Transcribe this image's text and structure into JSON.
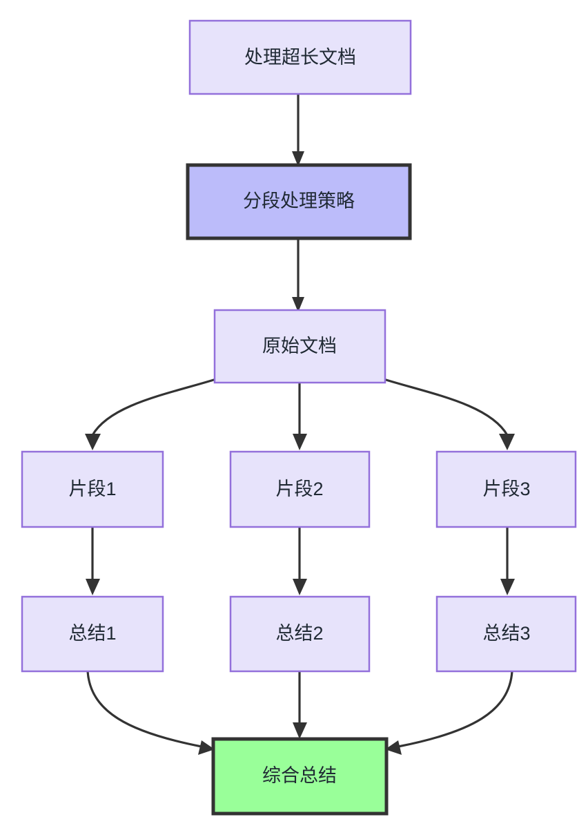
{
  "diagram": {
    "type": "flowchart",
    "direction": "top-down",
    "background": "#ffffff",
    "palette": {
      "node_fill_light": "#e7e3fb",
      "node_stroke_light": "#9370db",
      "node_fill_accent": "#bcbcfa",
      "node_stroke_accent": "#333333",
      "node_fill_result": "#99ff99",
      "node_stroke_result": "#333333",
      "edge_color": "#333333",
      "text_color": "#1f2933"
    },
    "nodes": [
      {
        "id": "n1",
        "label": "处理超长文档",
        "style": "light"
      },
      {
        "id": "n2",
        "label": "分段处理策略",
        "style": "accent"
      },
      {
        "id": "n3",
        "label": "原始文档",
        "style": "light"
      },
      {
        "id": "n4",
        "label": "片段1",
        "style": "light"
      },
      {
        "id": "n5",
        "label": "片段2",
        "style": "light"
      },
      {
        "id": "n6",
        "label": "片段3",
        "style": "light"
      },
      {
        "id": "n7",
        "label": "总结1",
        "style": "light"
      },
      {
        "id": "n8",
        "label": "总结2",
        "style": "light"
      },
      {
        "id": "n9",
        "label": "总结3",
        "style": "light"
      },
      {
        "id": "n10",
        "label": "综合总结",
        "style": "result"
      }
    ],
    "edges": [
      {
        "from": "n1",
        "to": "n2",
        "shape": "straight"
      },
      {
        "from": "n2",
        "to": "n3",
        "shape": "straight"
      },
      {
        "from": "n3",
        "to": "n4",
        "shape": "curved"
      },
      {
        "from": "n3",
        "to": "n5",
        "shape": "straight"
      },
      {
        "from": "n3",
        "to": "n6",
        "shape": "curved"
      },
      {
        "from": "n4",
        "to": "n7",
        "shape": "straight"
      },
      {
        "from": "n5",
        "to": "n8",
        "shape": "straight"
      },
      {
        "from": "n6",
        "to": "n9",
        "shape": "straight"
      },
      {
        "from": "n7",
        "to": "n10",
        "shape": "curved"
      },
      {
        "from": "n8",
        "to": "n10",
        "shape": "straight"
      },
      {
        "from": "n9",
        "to": "n10",
        "shape": "curved"
      }
    ]
  }
}
